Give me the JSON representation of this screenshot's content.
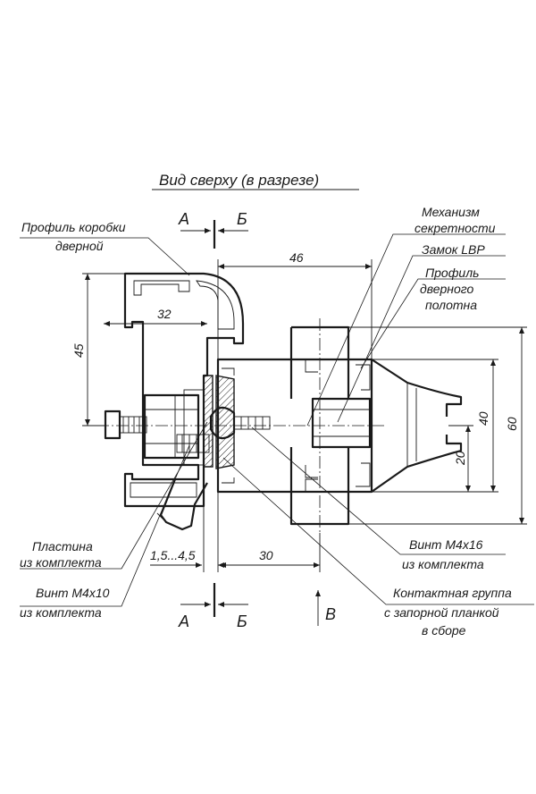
{
  "title": "Вид сверху (в разрезе)",
  "labels": {
    "frame_profile_1": "Профиль коробки",
    "frame_profile_2": "дверной",
    "mechanism_1": "Механизм",
    "mechanism_2": "секретности",
    "lock": "Замок LBP",
    "door_profile_1": "Профиль",
    "door_profile_2": "дверного",
    "door_profile_3": "полотна",
    "plate_1": "Пластина",
    "plate_2": "из комплекта",
    "screw_m4x10_1": "Винт М4х10",
    "screw_m4x10_2": "из комплекта",
    "screw_m4x16_1": "Винт М4х16",
    "screw_m4x16_2": "из комплекта",
    "contact_1": "Контактная группа",
    "contact_2": "с запорной планкой",
    "contact_3": "в сборе"
  },
  "section_marks": {
    "a_top": "А",
    "b_top": "Б",
    "a_bottom": "А",
    "b_bottom": "Б",
    "view": "В"
  },
  "dimensions": {
    "d46": "46",
    "d32": "32",
    "d45": "45",
    "d40": "40",
    "d60": "60",
    "d20": "20",
    "d30": "30",
    "d15": "1,5...4,5"
  }
}
